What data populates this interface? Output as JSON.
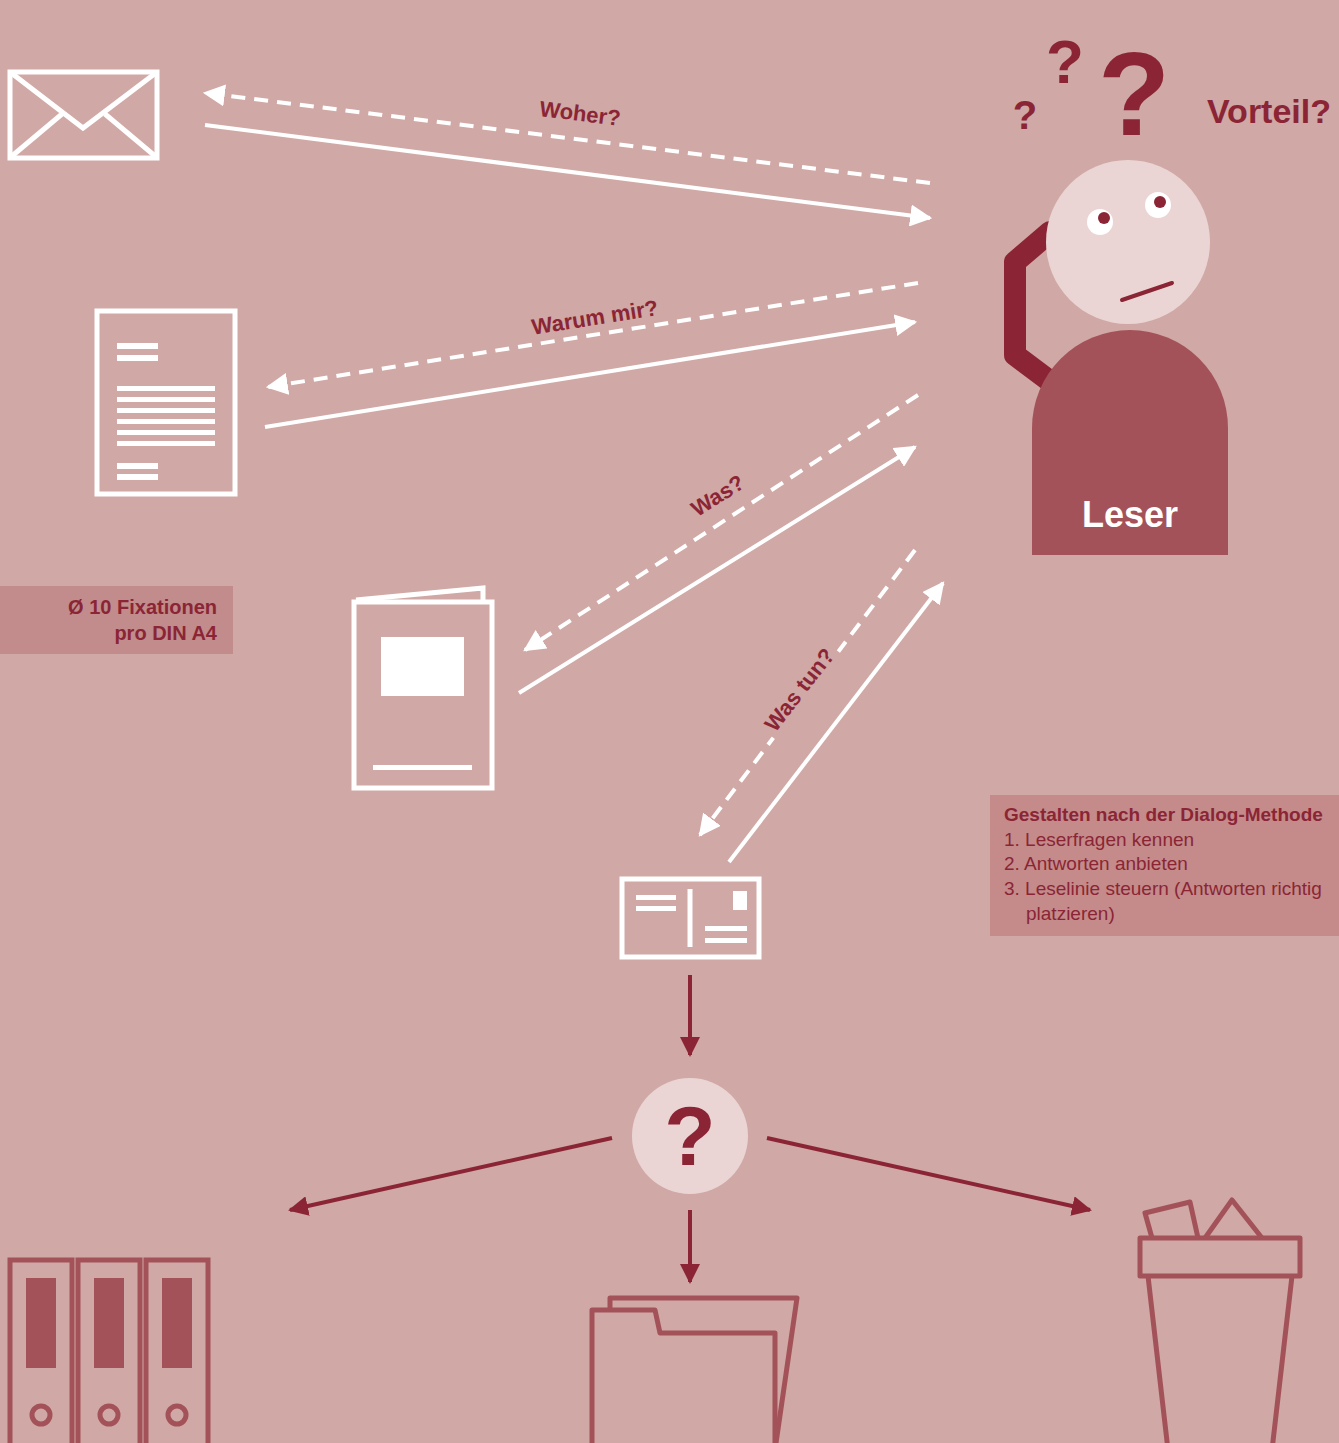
{
  "diagram": {
    "nodes": [
      {
        "text": [
          "Leser"
        ]
      },
      {
        "text": [
          "?"
        ]
      },
      {
        "text": [
          "Ø 10 Fixationen pro DIN A4"
        ]
      },
      {
        "text": [
          "Gestalten nach der Dialog-Methode",
          "1. Leserfragen kennen",
          "2. Antworten anbieten",
          "3. Leselinie steuern (Antworten richtig platzieren)"
        ]
      }
    ],
    "labels": [
      "?",
      "?",
      "?",
      "Vorteil?",
      "Woher?",
      "Warum mir?",
      "Was?",
      "Was tun?"
    ]
  }
}
